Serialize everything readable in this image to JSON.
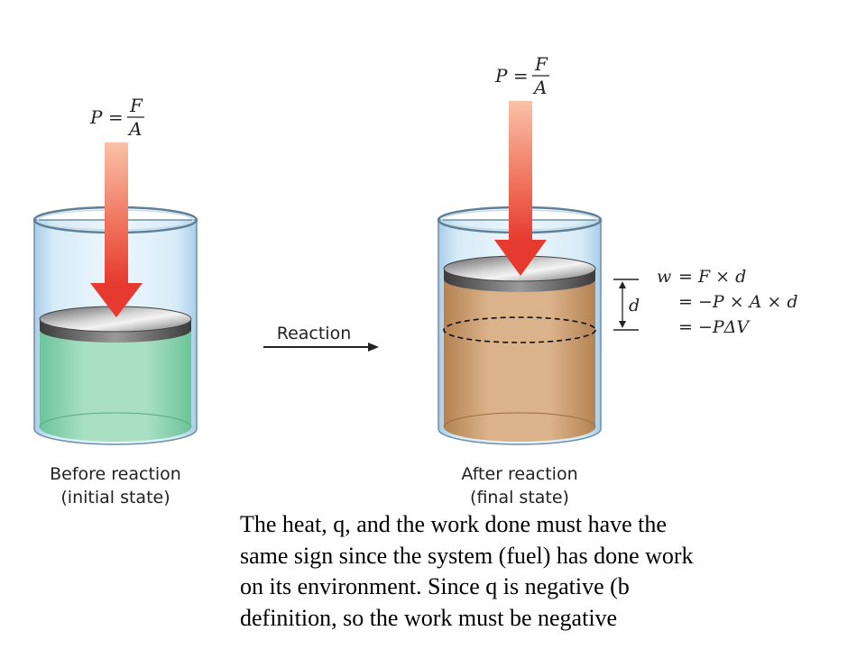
{
  "left_panel": {
    "pressure_symbol": "P =",
    "numerator": "F",
    "denominator": "A",
    "label_line1": "Before reaction",
    "label_line2": "(initial state)",
    "liquid_color": "#8fd6b2"
  },
  "right_panel": {
    "pressure_symbol": "P =",
    "numerator": "F",
    "denominator": "A",
    "label_line1": "After reaction",
    "label_line2": "(final state)",
    "liquid_color": "#c99a6c",
    "distance_label": "d"
  },
  "reaction_label": "Reaction",
  "work_equations": {
    "line1_lhs": "w",
    "line1_rhs": "= F × d",
    "line2_rhs": "= −P × A × d",
    "line3_rhs": "= −PΔV"
  },
  "caption_lines": [
    "The heat, q, and the work done must have the",
    "same sign since the system (fuel) has done work",
    "on its environment.  Since q is negative (b",
    "definition, so the work must be negative"
  ]
}
